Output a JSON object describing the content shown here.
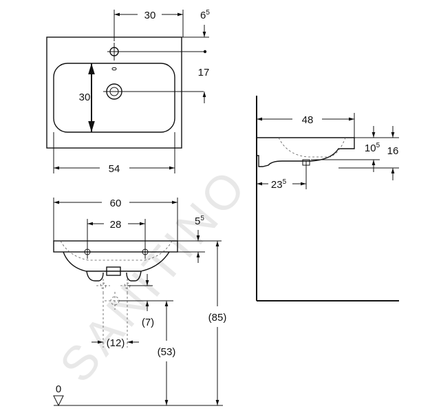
{
  "watermark": "SANITINO",
  "top_view": {
    "dim_top": "30",
    "dim_corner": "6",
    "dim_corner_sup": "5",
    "dim_right": "17",
    "dim_bowl_height": "30",
    "dim_bowl_width": "54"
  },
  "front_view": {
    "dim_width": "60",
    "dim_holes": "28",
    "dim_rim": "5",
    "dim_rim_sup": "5",
    "dim_drain_offset": "(7)",
    "dim_drain_spacing": "(12)",
    "dim_drain_height": "(53)",
    "dim_total_height": "(85)",
    "floor_label": "0"
  },
  "side_view": {
    "dim_depth": "48",
    "dim_bowl_depth": "10",
    "dim_bowl_depth_sup": "5",
    "dim_thickness": "16",
    "dim_drain_dist": "23",
    "dim_drain_dist_sup": "5"
  }
}
